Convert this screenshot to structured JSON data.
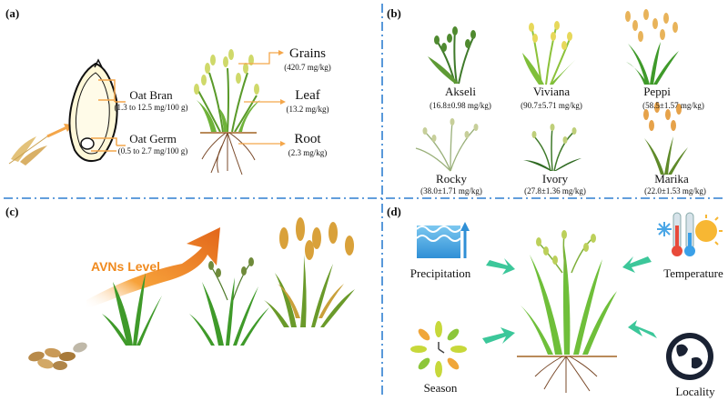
{
  "panels": {
    "a": {
      "label": "(a)",
      "bran": {
        "name": "Oat Bran",
        "value": "(1.3 to 12.5 mg/100 g)"
      },
      "germ": {
        "name": "Oat Germ",
        "value": "(0.5 to 2.7 mg/100 g)"
      },
      "grains": {
        "name": "Grains",
        "value": "(420.7 mg/kg)"
      },
      "leaf": {
        "name": "Leaf",
        "value": "(13.2 mg/kg)"
      },
      "root": {
        "name": "Root",
        "value": "(2.3 mg/kg)"
      }
    },
    "b": {
      "label": "(b)",
      "cultivars": [
        {
          "name": "Akseli",
          "value": "(16.8±0.98 mg/kg)"
        },
        {
          "name": "Viviana",
          "value": "(90.7±5.71 mg/kg)"
        },
        {
          "name": "Peppi",
          "value": "(58.5±1.57  mg/kg)"
        },
        {
          "name": "Rocky",
          "value": "(38.0±1.71 mg/kg)"
        },
        {
          "name": "Ivory",
          "value": "(27.8±1.36 mg/kg)"
        },
        {
          "name": "Marika",
          "value": "(22.0±1.53  mg/kg)"
        }
      ]
    },
    "c": {
      "label": "(c)",
      "arrow_text": "AVNs Level"
    },
    "d": {
      "label": "(d)",
      "factors": [
        "Precipitation",
        "Temperature",
        "Season",
        "Locality"
      ]
    }
  },
  "colors": {
    "divider": "#2f7fd0",
    "arrow_orange": "#f08a1e",
    "factor_arrow": "#3cc79a",
    "plant_green": "#4a9a2a",
    "grain_gold": "#d9a13a",
    "root_brown": "#7a4a2a"
  }
}
